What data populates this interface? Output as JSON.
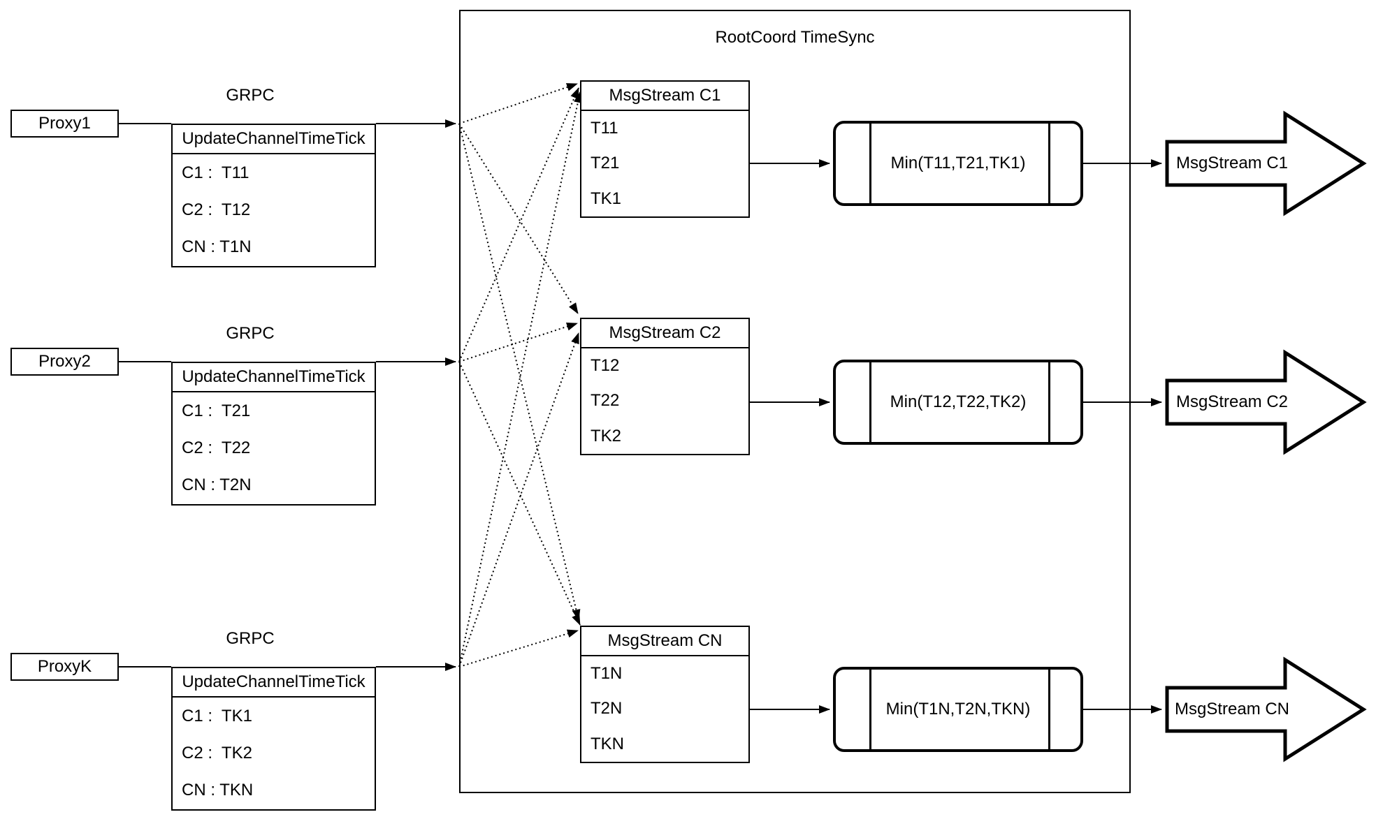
{
  "title": "RootCoord TimeSync",
  "proxies": [
    {
      "name": "Proxy1",
      "protocol": "GRPC",
      "table_header": "UpdateChannelTimeTick",
      "rows": [
        "C1 :  T11",
        "C2 :  T12",
        "CN : T1N"
      ]
    },
    {
      "name": "Proxy2",
      "protocol": "GRPC",
      "table_header": "UpdateChannelTimeTick",
      "rows": [
        "C1 :  T21",
        "C2 :  T22",
        "CN : T2N"
      ]
    },
    {
      "name": "ProxyK",
      "protocol": "GRPC",
      "table_header": "UpdateChannelTimeTick",
      "rows": [
        "C1 :  TK1",
        "C2 :  TK2",
        "CN : TKN"
      ]
    }
  ],
  "streams": [
    {
      "header": "MsgStream C1",
      "ticks": [
        "T11",
        "T21",
        "TK1"
      ],
      "min_label": "Min(T11,T21,TK1)",
      "output_label": "MsgStream C1"
    },
    {
      "header": "MsgStream C2",
      "ticks": [
        "T12",
        "T22",
        "TK2"
      ],
      "min_label": "Min(T12,T22,TK2)",
      "output_label": "MsgStream C2"
    },
    {
      "header": "MsgStream CN",
      "ticks": [
        "T1N",
        "T2N",
        "TKN"
      ],
      "min_label": "Min(T1N,T2N,TKN)",
      "output_label": "MsgStream CN"
    }
  ],
  "colors": {
    "stroke": "#000000",
    "fill": "#ffffff"
  }
}
